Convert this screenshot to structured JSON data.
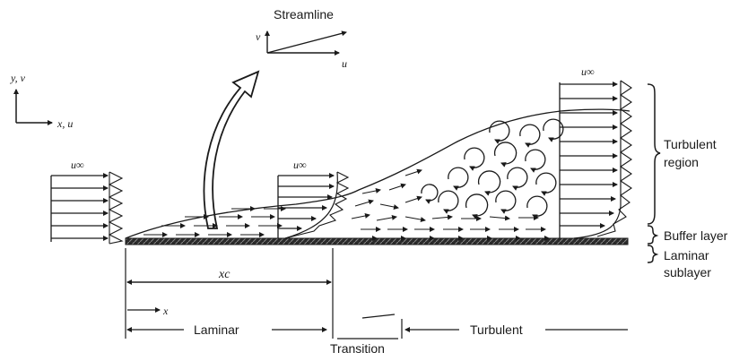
{
  "axes": {
    "vertical_label": "y, v",
    "horizontal_label": "x, u"
  },
  "inset": {
    "title": "Streamline",
    "v_label": "v",
    "u_label": "u"
  },
  "profiles": {
    "freestream_label_1": "u∞",
    "freestream_label_2": "u∞",
    "freestream_label_3": "u∞"
  },
  "regions": {
    "turbulent_region": [
      "Turbulent",
      "region"
    ],
    "buffer_layer": "Buffer layer",
    "laminar_sublayer": [
      "Laminar",
      "sublayer"
    ]
  },
  "distances": {
    "critical_length": "xc",
    "x_marker": "x"
  },
  "zones": {
    "laminar": "Laminar",
    "transition": "Transition",
    "turbulent": "Turbulent"
  }
}
